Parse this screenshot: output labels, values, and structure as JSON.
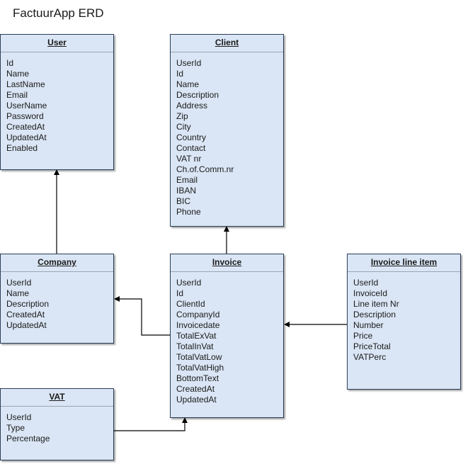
{
  "title": "FactuurApp ERD",
  "entities": {
    "user": {
      "name": "User",
      "fields": [
        "Id",
        "Name",
        "LastName",
        "Email",
        "UserName",
        "Password",
        "CreatedAt",
        "UpdatedAt",
        "Enabled"
      ]
    },
    "client": {
      "name": "Client",
      "fields": [
        "UserId",
        "Id",
        "Name",
        "Description",
        "Address",
        "Zip",
        "City",
        "Country",
        "Contact",
        "VAT nr",
        "Ch.of.Comm.nr",
        "Email",
        "IBAN",
        "BIC",
        "Phone"
      ]
    },
    "company": {
      "name": "Company",
      "fields": [
        "UserId",
        "Name",
        "Description",
        "CreatedAt",
        "UpdatedAt"
      ]
    },
    "invoice": {
      "name": "Invoice",
      "fields": [
        "UserId",
        "Id",
        "ClientId",
        "CompanyId",
        "Invoicedate",
        "TotalExVat",
        "TotalInVat",
        "TotalVatLow",
        "TotalVatHigh",
        "BottomText",
        "CreatedAt",
        "UpdatedAt"
      ]
    },
    "invoice_line_item": {
      "name": "Invoice line item",
      "fields": [
        "UserId",
        "InvoiceId",
        "Line item Nr",
        "Description",
        "Number",
        "Price",
        "PriceTotal",
        "VATPerc"
      ]
    },
    "vat": {
      "name": "VAT",
      "fields": [
        "UserId",
        "Type",
        "Percentage"
      ]
    }
  },
  "relationships": [
    {
      "from": "company",
      "to": "user"
    },
    {
      "from": "invoice",
      "to": "client"
    },
    {
      "from": "invoice",
      "to": "company"
    },
    {
      "from": "invoice_line_item",
      "to": "invoice"
    },
    {
      "from": "vat",
      "to": "invoice"
    }
  ],
  "colors": {
    "entity_fill": "#dae6f5",
    "entity_border": "#2b3e58",
    "connector": "#000000"
  }
}
